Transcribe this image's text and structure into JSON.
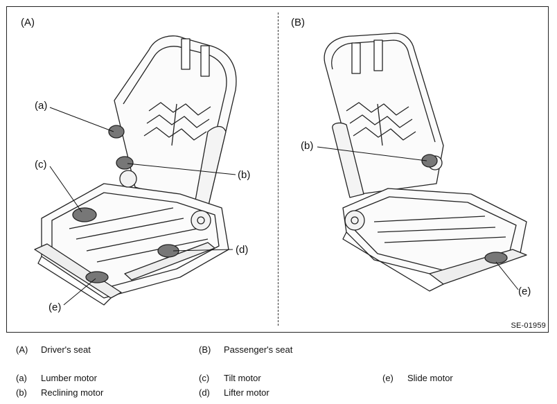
{
  "figure": {
    "panel_a": "(A)",
    "panel_b": "(B)",
    "figure_id": "SE-01959",
    "callouts_a": {
      "a": "(a)",
      "b": "(b)",
      "c": "(c)",
      "d": "(d)",
      "e": "(e)"
    },
    "callouts_b": {
      "b": "(b)",
      "e": "(e)"
    }
  },
  "legend": {
    "items": [
      {
        "key": "(A)",
        "text": "Driver's seat"
      },
      {
        "key": "(B)",
        "text": "Passenger's seat"
      },
      {
        "key": "(a)",
        "text": "Lumber motor"
      },
      {
        "key": "(b)",
        "text": "Reclining motor"
      },
      {
        "key": "(c)",
        "text": "Tilt motor"
      },
      {
        "key": "(d)",
        "text": "Lifter motor"
      },
      {
        "key": "(e)",
        "text": "Slide motor"
      }
    ]
  }
}
